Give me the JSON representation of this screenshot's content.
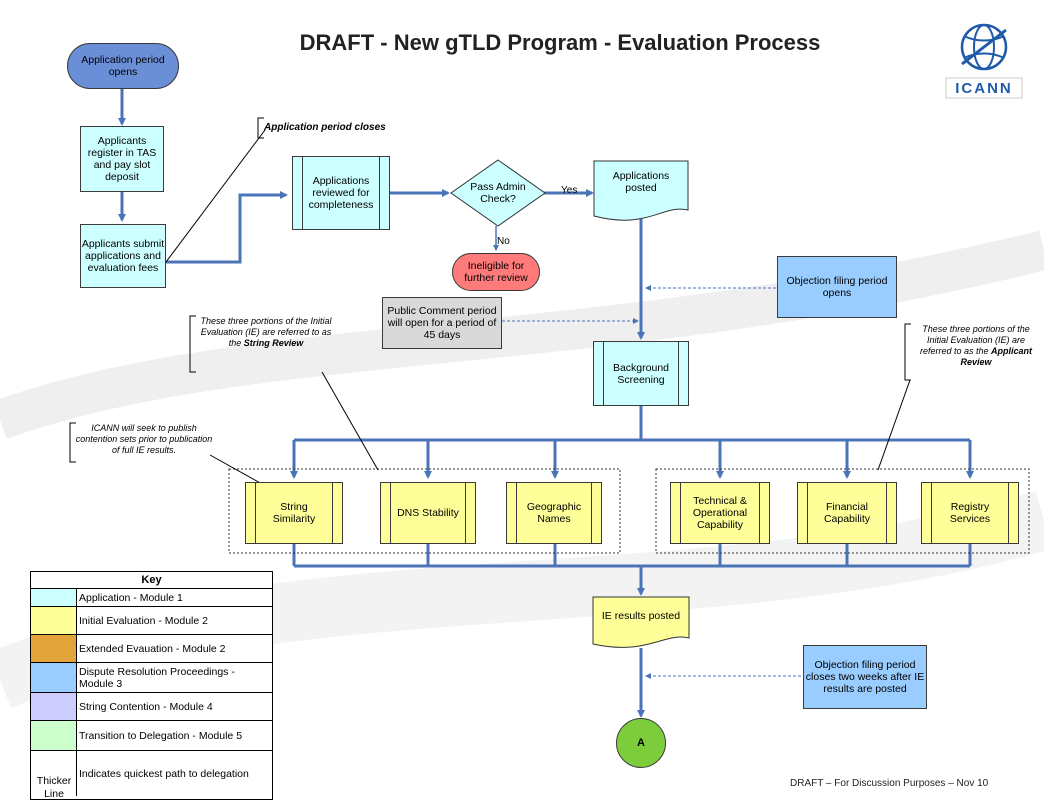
{
  "title": "DRAFT - New gTLD Program - Evaluation Process",
  "footer": "DRAFT – For Discussion Purposes – Nov 10",
  "logo_text": "ICANN",
  "nodes": {
    "app_open": "Application period opens",
    "register": "Applicants register in TAS and pay slot deposit",
    "submit": "Applicants submit applications and evaluation fees",
    "period_closes": "Application period closes",
    "reviewed": "Applications reviewed for completeness",
    "admin_check": "Pass Admin Check?",
    "yes": "Yes",
    "no": "No",
    "ineligible": "Ineligible for further review",
    "posted": "Applications posted",
    "objection_open": "Objection filing period opens",
    "public_comment": "Public Comment period will open for a period of 45 days",
    "background": "Background Screening",
    "string_similarity": "String Similarity",
    "dns_stability": "DNS Stability",
    "geographic": "Geographic Names",
    "technical": "Technical & Operational Capability",
    "financial": "Financial Capability",
    "registry": "Registry Services",
    "ie_posted": "IE results posted",
    "objection_close": "Objection filing period closes two weeks after IE results are posted",
    "connector_a": "A"
  },
  "notes": {
    "string_review_pre": "These three portions of the Initial Evaluation (IE) are referred to as the ",
    "string_review_bold": "String Review",
    "applicant_review_pre": "These three portions of the Initial Evaluation (IE) are referred to as the ",
    "applicant_review_bold": "Applicant Review",
    "contention": "ICANN will seek to publish contention sets prior to publication of full IE results."
  },
  "key": {
    "heading": "Key",
    "rows": [
      {
        "label": "Application - Module 1",
        "color": "#ccffff"
      },
      {
        "label": "Initial Evaluation - Module 2",
        "color": "#ffff99"
      },
      {
        "label": "Extended Evauation - Module 2",
        "color": "#e3a43c"
      },
      {
        "label": "Dispute Resolution Proceedings - Module 3",
        "color": "#99ccff"
      },
      {
        "label": "String Contention - Module 4",
        "color": "#ccccff"
      },
      {
        "label": "Transition to Delegation - Module 5",
        "color": "#ccffcc"
      }
    ],
    "thick_label": "Thicker Line",
    "thick_desc": "Indicates quickest path to delegation"
  },
  "colors": {
    "arrow": "#4a73b8",
    "start_oval": "#6b8fd6",
    "ineligible": "#ff7b7b",
    "connector": "#7ccc3c"
  }
}
